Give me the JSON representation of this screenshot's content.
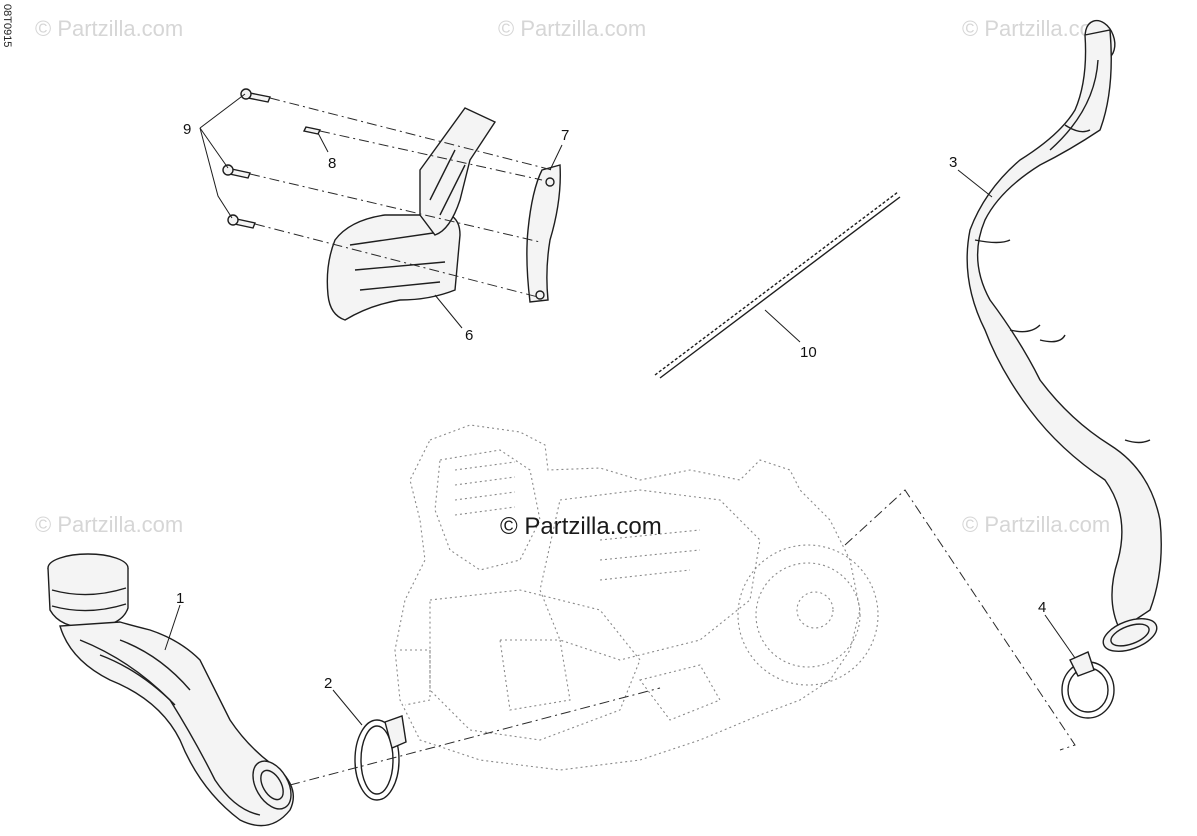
{
  "figure_id": "08T0915",
  "watermarks": [
    "© Partzilla.com",
    "© Partzilla.com",
    "© Partzilla.com",
    "© Partzilla.com",
    "© Partzilla.com"
  ],
  "center_watermark": "© Partzilla.com",
  "callouts": {
    "c1": "1",
    "c2": "2",
    "c3": "3",
    "c4": "4",
    "c6": "6",
    "c7": "7",
    "c8": "8",
    "c9": "9",
    "c10": "10"
  },
  "colors": {
    "line": "#1e1e1e",
    "watermark": "#d6d6d6",
    "ghost": "#8a8a8a"
  }
}
